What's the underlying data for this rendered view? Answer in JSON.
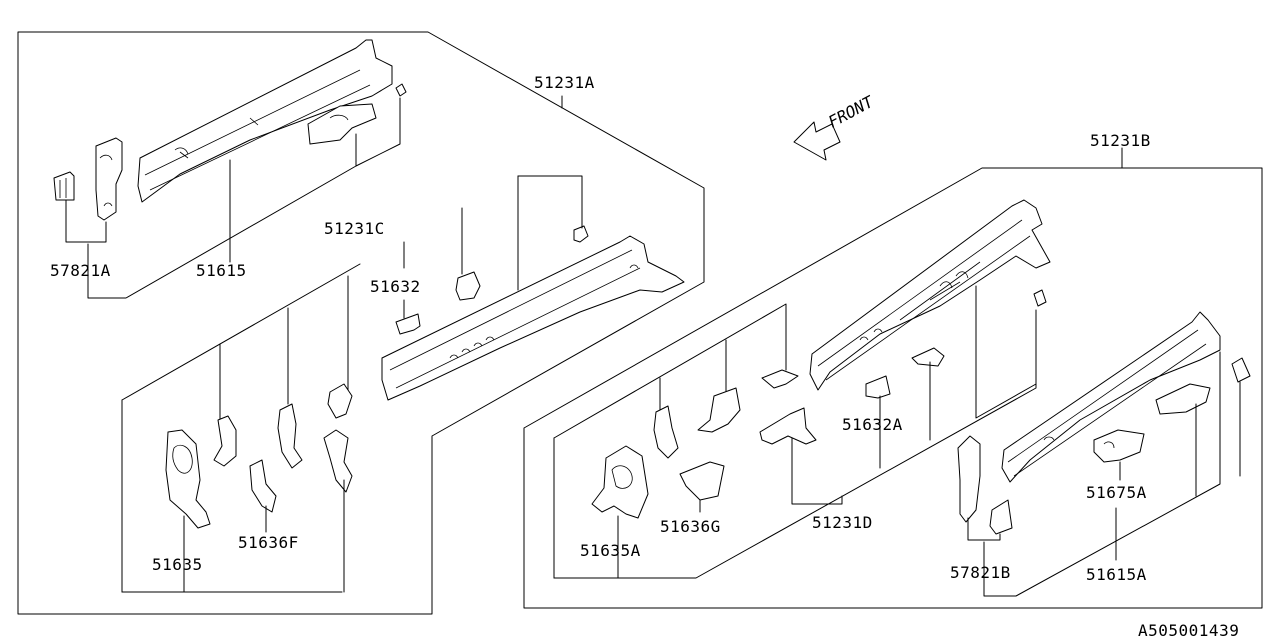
{
  "diagram": {
    "front_label": "FRONT",
    "drawing_id": "A505001439",
    "parts": {
      "p51231A": "51231A",
      "p51615": "51615",
      "p57821A": "57821A",
      "p51231C": "51231C",
      "p51632": "51632",
      "p51635": "51635",
      "p51636F": "51636F",
      "p51231B": "51231B",
      "p51632A": "51632A",
      "p51231D": "51231D",
      "p51635A": "51635A",
      "p51636G": "51636G",
      "p57821B": "57821B",
      "p51675A": "51675A",
      "p51615A": "51615A"
    }
  }
}
